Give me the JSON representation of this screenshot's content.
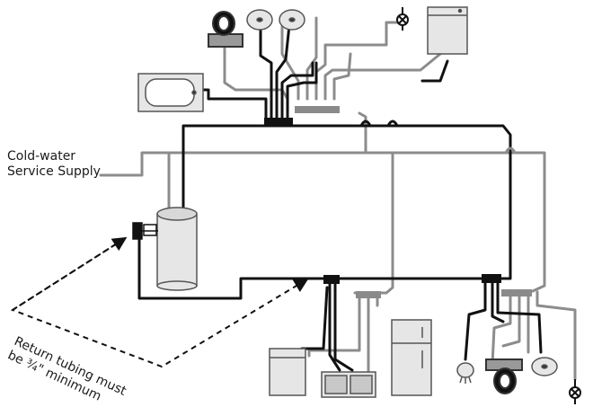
{
  "labels": {
    "cold_water_line1": "Cold-water",
    "cold_water_line2": "Service Supply",
    "return_line1": "Return tubing must",
    "return_line2": "be ¾\" minimum"
  },
  "colors": {
    "hot_line": "#111111",
    "cold_line": "#8c8c8c",
    "fixture_fill": "#e6e6e6",
    "fixture_stroke": "#555555",
    "manifold_gray": "#8a8a8a"
  },
  "fixtures": [
    {
      "name": "toilet",
      "icon": "toilet-icon"
    },
    {
      "name": "lavatory sink",
      "icon": "lavatory-sink-icon"
    },
    {
      "name": "lavatory sink",
      "icon": "lavatory-sink-icon"
    },
    {
      "name": "hose bibb",
      "icon": "hose-bibb-icon"
    },
    {
      "name": "dishwasher",
      "icon": "dishwasher-icon"
    },
    {
      "name": "bathtub",
      "icon": "bathtub-icon"
    },
    {
      "name": "water heater",
      "icon": "water-heater-icon"
    },
    {
      "name": "washing machine",
      "icon": "washing-machine-icon"
    },
    {
      "name": "kitchen sink",
      "icon": "kitchen-sink-icon"
    },
    {
      "name": "refrigerator",
      "icon": "refrigerator-icon"
    },
    {
      "name": "shower head",
      "icon": "shower-head-icon"
    },
    {
      "name": "toilet",
      "icon": "toilet-icon"
    },
    {
      "name": "lavatory sink",
      "icon": "lavatory-sink-icon"
    },
    {
      "name": "hose bibb",
      "icon": "hose-bibb-icon"
    }
  ]
}
